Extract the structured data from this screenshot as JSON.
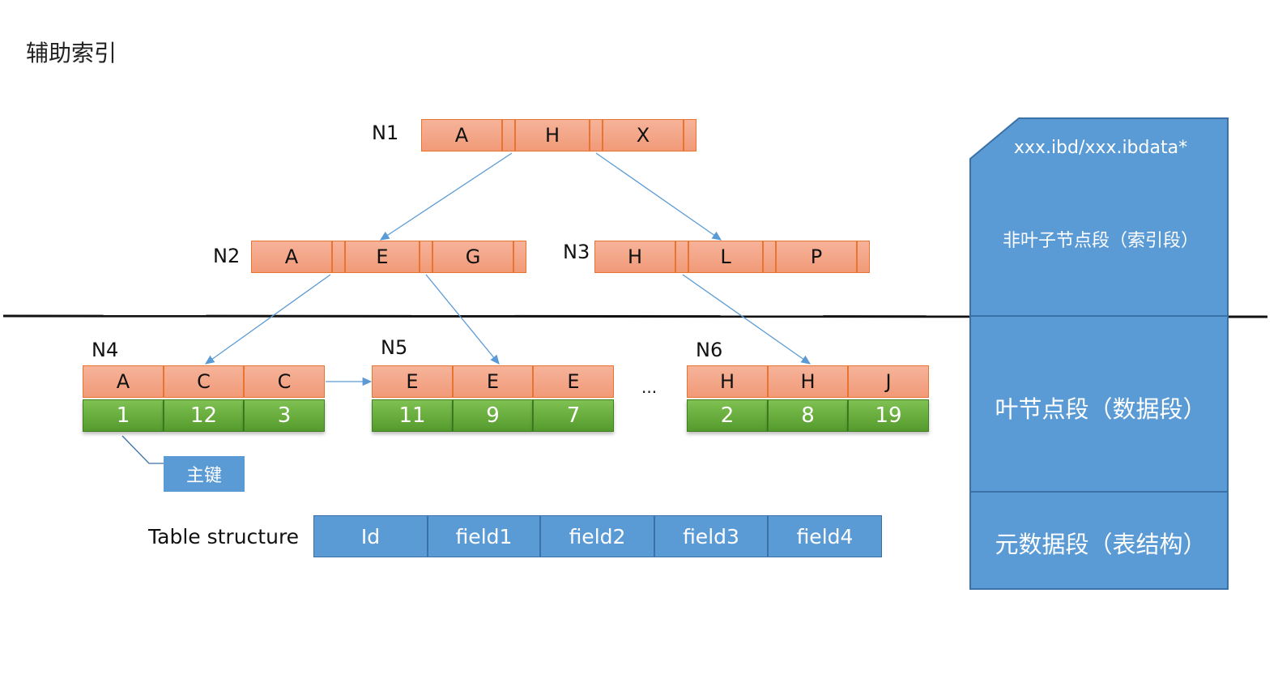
{
  "title": "辅助索引",
  "nodes": {
    "n1": {
      "label": "N1",
      "keys": [
        "A",
        "H",
        "X"
      ]
    },
    "n2": {
      "label": "N2",
      "keys": [
        "A",
        "E",
        "G"
      ]
    },
    "n3": {
      "label": "N3",
      "keys": [
        "H",
        "L",
        "P"
      ]
    },
    "n4": {
      "label": "N4",
      "keys": [
        "A",
        "C",
        "C"
      ],
      "values": [
        "1",
        "12",
        "3"
      ]
    },
    "n5": {
      "label": "N5",
      "keys": [
        "E",
        "E",
        "E"
      ],
      "values": [
        "11",
        "9",
        "7"
      ]
    },
    "n6": {
      "label": "N6",
      "keys": [
        "H",
        "H",
        "J"
      ],
      "values": [
        "2",
        "8",
        "19"
      ]
    }
  },
  "ellipsis": "...",
  "callout": "主键",
  "table_structure": {
    "label": "Table structure",
    "fields": [
      "Id",
      "field1",
      "field2",
      "field3",
      "field4"
    ]
  },
  "panel": {
    "file": "xxx.ibd/xxx.ibdata*",
    "section_top": "非叶子节点段（索引段）",
    "section_mid": "叶节点段（数据段）",
    "section_bottom": "元数据段（表结构）"
  },
  "colors": {
    "orange_cell": "#f4a888",
    "orange_border": "#e8742f",
    "green_cell": "#6aad3f",
    "blue": "#5b9bd5",
    "arrow": "#5b9bd5"
  }
}
